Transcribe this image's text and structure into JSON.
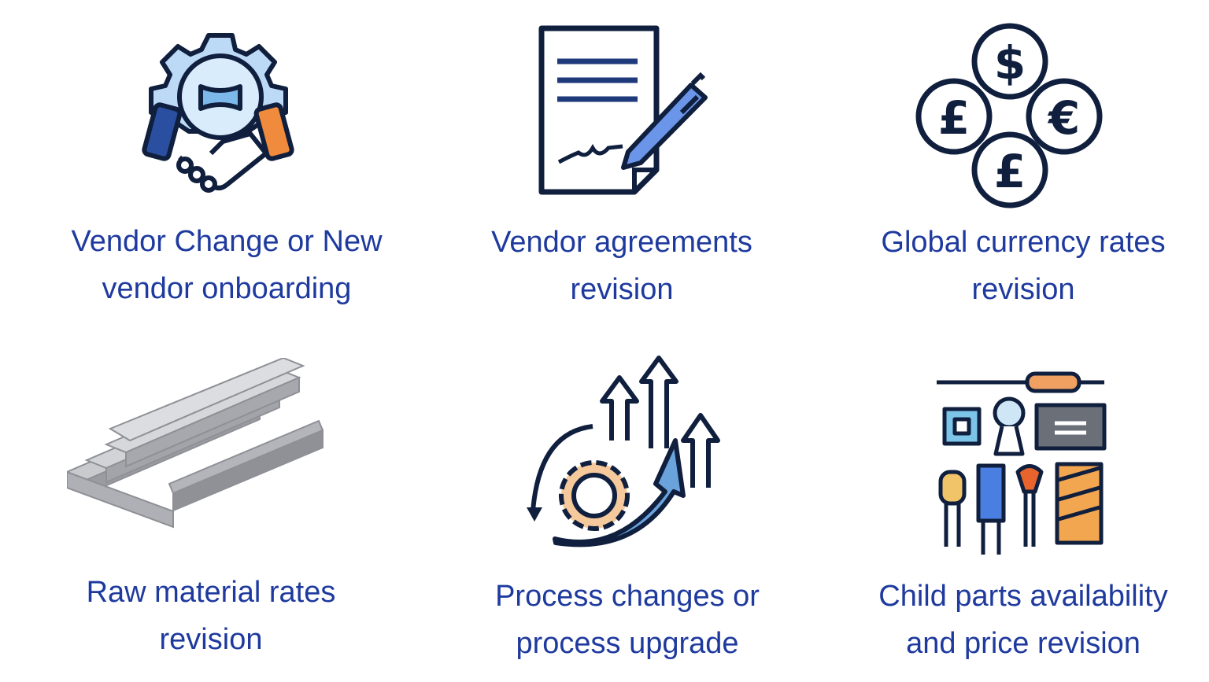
{
  "colors": {
    "text": "#1e3a9e",
    "outline": "#0f1f3d",
    "blue_light": "#a9cdf0",
    "blue_mid": "#5b8de0",
    "orange": "#f08a3c",
    "gray": "#b8b9bd"
  },
  "items": [
    {
      "icon": "handshake-gear-icon",
      "lines": [
        "Vendor Change or New",
        "vendor onboarding"
      ]
    },
    {
      "icon": "signed-document-icon",
      "lines": [
        "Vendor agreements",
        "revision"
      ]
    },
    {
      "icon": "currency-exchange-icon",
      "lines": [
        "Global currency rates",
        "revision"
      ],
      "symbols": [
        "$",
        "£",
        "€",
        "£"
      ]
    },
    {
      "icon": "steel-beams-icon",
      "lines": [
        "Raw material rates",
        "revision"
      ]
    },
    {
      "icon": "process-upgrade-icon",
      "lines": [
        "Process changes or",
        "process upgrade"
      ]
    },
    {
      "icon": "electronic-components-icon",
      "lines": [
        "Child parts availability",
        "and price revision"
      ]
    }
  ]
}
